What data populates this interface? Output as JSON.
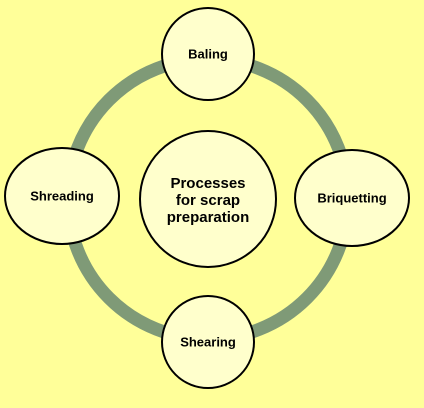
{
  "colors": {
    "background": "#ffff99",
    "ring": "#7f9a77",
    "node_fill": "#ffffcc",
    "node_stroke": "#000000",
    "text": "#000000"
  },
  "center": {
    "lines": [
      "Processes",
      "for scrap",
      "preparation"
    ]
  },
  "nodes": {
    "top": "Baling",
    "right": "Briquetting",
    "bottom": "Shearing",
    "left": "Shreading"
  }
}
